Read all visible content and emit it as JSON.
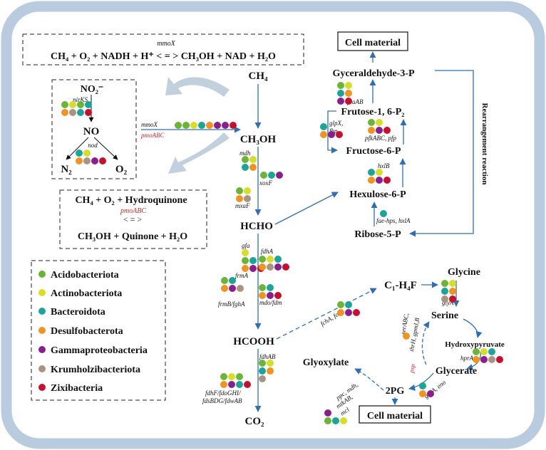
{
  "colors": {
    "frame_border": "#b9cbde",
    "arrow": "#2e6fb3",
    "gray_arrow": "#c2d0de",
    "red_gene": "#d42a2a",
    "Acidobacteriota": "#6bb536",
    "Actinobacteriota": "#d7de27",
    "Bacteroidota": "#1aa59a",
    "Desulfobacterota": "#f0941f",
    "Gammaproteobacteria": "#8b1e8f",
    "Krumholzibacteriota": "#a99483",
    "Zixibacteria": "#c8102e"
  },
  "legend": [
    {
      "name": "Acidobacteriota",
      "color": "#6bb536"
    },
    {
      "name": "Actinobacteriota",
      "color": "#d7de27"
    },
    {
      "name": "Bacteroidota",
      "color": "#1aa59a"
    },
    {
      "name": "Desulfobacterota",
      "color": "#f0941f"
    },
    {
      "name": "Gammaproteobacteria",
      "color": "#8b1e8f"
    },
    {
      "name": "Krumholzibacteriota",
      "color": "#a99483"
    },
    {
      "name": "Zixibacteria",
      "color": "#c8102e"
    }
  ],
  "box1": {
    "gene": "mmoX",
    "equation": "CH₄ + O₂ + NADH + H⁺  < = >  CH₃OH + NAD + H₂O"
  },
  "box2": {
    "no2": "NO₂⁻",
    "nirks": "nirKS",
    "no": "NO",
    "nod": "nod",
    "n2": "N₂",
    "o2": "O₂"
  },
  "box3": {
    "eq1": "CH₄ + O₂ + Hydroquinone",
    "gene": "pmoABC",
    "arrows": "< = >",
    "eq2": "CH₃OH + Quinone + H₂O"
  },
  "nodes": {
    "ch4": "CH₄",
    "ch3oh": "CH₃OH",
    "hcho": "HCHO",
    "hcooh": "HCOOH",
    "co2": "CO₂",
    "cell1": "Cell material",
    "g3p": "Gyceraldehyde-3-P",
    "f16p": "Frutose-1, 6-P₂",
    "f6p": "Fructose-6-P",
    "hu6p": "Hexulose-6-P",
    "r5p": "Ribose-5-P",
    "rearr": "Rearrangement reaction",
    "c1": "C₁-H₄F",
    "glycine": "Glycine",
    "serine": "Serine",
    "hpyr": "Hydroxypyruvate",
    "glycerate": "Glycerate",
    "pg": "2PG",
    "glyox": "Glyoxylate",
    "cell2": "Cell material"
  },
  "genes": {
    "mmox": "mmoX",
    "pmoabc": "pmoABC",
    "mdh": "mdh",
    "xoxf": "xoxF",
    "mxaf": "mxaF",
    "gfa": "gfa",
    "frma": "frmA",
    "frmb": "frmB/fghA",
    "fdha": "fdhA",
    "mdo": "mdo/fdm",
    "fdhab": "fdhAB",
    "fdhf1": "fdhF/fdoGHI/",
    "fdhf2": "fdsBDG/fdwAB",
    "fbaab": "fbaAB",
    "glpx1": "glpX,",
    "glpx2": "fbp",
    "pfkabc": "pfkABC, pfp",
    "hxlb": "hxlB",
    "faehps": "fae-hps, hxlA",
    "fcha": "fchA, folA",
    "glya": "glyA",
    "serabc1": "serABC,",
    "serabc2": "thrH, gpmI,B",
    "psp": "psp",
    "hpra": "hprA",
    "gcka": "gckA, eno",
    "ppc1": "ppc, mdh,",
    "ppc2": "mtkAB,",
    "ppc3": "mcl"
  }
}
